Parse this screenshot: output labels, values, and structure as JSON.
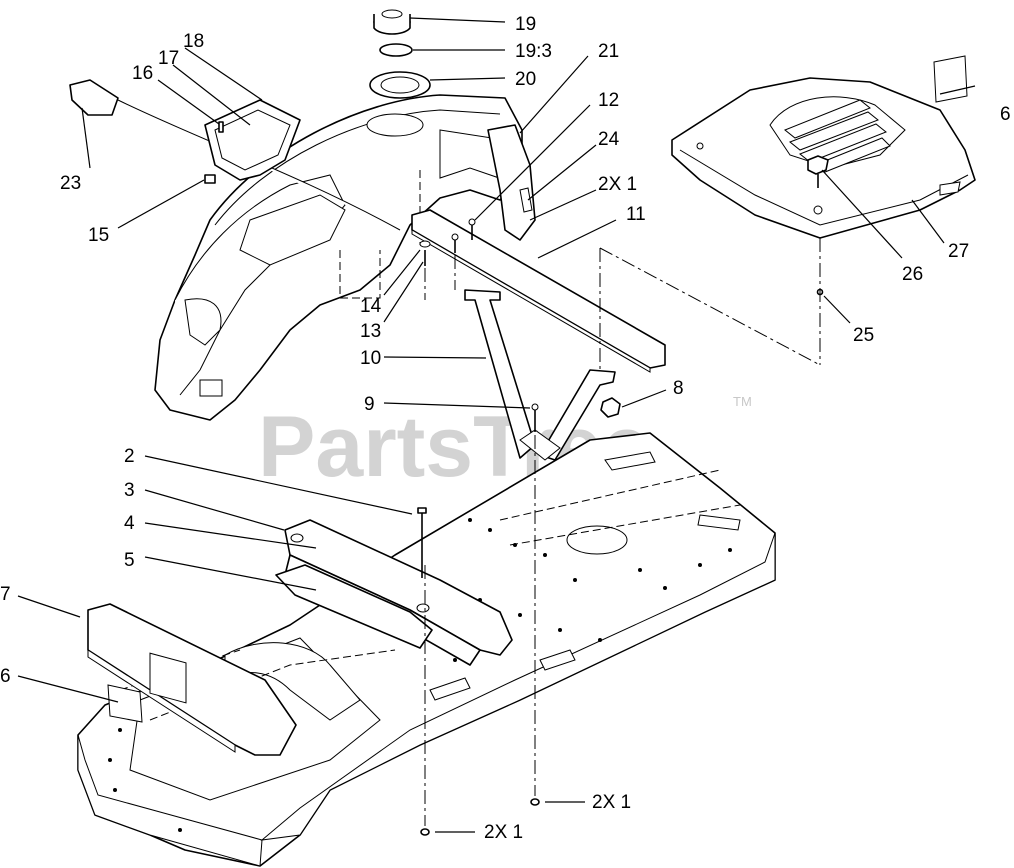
{
  "watermark": {
    "text": "PartsTree",
    "trademark": "TM"
  },
  "callouts": [
    {
      "id": "c19",
      "text": "19"
    },
    {
      "id": "c19-3",
      "text": "19:3"
    },
    {
      "id": "c20",
      "text": "20"
    },
    {
      "id": "c21",
      "text": "21"
    },
    {
      "id": "c12",
      "text": "12"
    },
    {
      "id": "c24",
      "text": "24"
    },
    {
      "id": "c2x1a",
      "text": "2X 1"
    },
    {
      "id": "c11",
      "text": "11"
    },
    {
      "id": "c18",
      "text": "18"
    },
    {
      "id": "c17",
      "text": "17"
    },
    {
      "id": "c16",
      "text": "16"
    },
    {
      "id": "c23",
      "text": "23"
    },
    {
      "id": "c15",
      "text": "15"
    },
    {
      "id": "c14",
      "text": "14"
    },
    {
      "id": "c13",
      "text": "13"
    },
    {
      "id": "c10",
      "text": "10"
    },
    {
      "id": "c9",
      "text": "9"
    },
    {
      "id": "c8",
      "text": "8"
    },
    {
      "id": "c6a",
      "text": "6"
    },
    {
      "id": "c26",
      "text": "26"
    },
    {
      "id": "c27",
      "text": "27"
    },
    {
      "id": "c25",
      "text": "25"
    },
    {
      "id": "c2",
      "text": "2"
    },
    {
      "id": "c3",
      "text": "3"
    },
    {
      "id": "c4",
      "text": "4"
    },
    {
      "id": "c5",
      "text": "5"
    },
    {
      "id": "c7",
      "text": "7"
    },
    {
      "id": "c6b",
      "text": "6"
    },
    {
      "id": "c2x1b",
      "text": "2X 1"
    },
    {
      "id": "c2x1c",
      "text": "2X 1"
    }
  ]
}
